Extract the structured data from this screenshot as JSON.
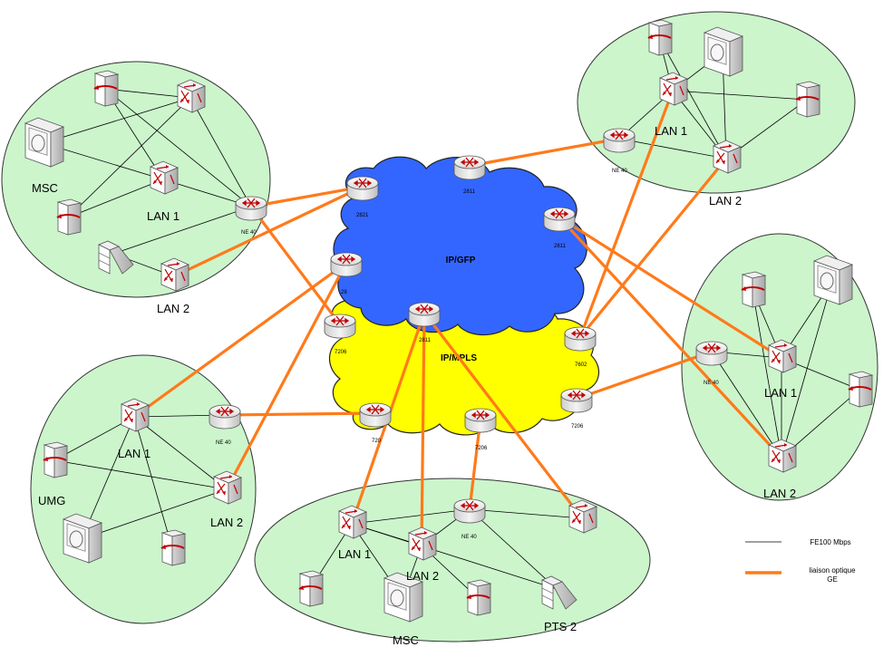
{
  "clouds": {
    "upper_label": "IP/GFP",
    "lower_label": "IP/MPLS",
    "upper_color": "#3366ff",
    "lower_color": "#ffff00"
  },
  "site_color": "#ccf5cc",
  "link_color": "#ff7a1a",
  "labels": {
    "msc_tl": "MSC",
    "lan1_tl": "LAN 1",
    "lan2_tl": "LAN 2",
    "ne40_tl": "NE 40",
    "lan1_tr": "LAN 1",
    "lan2_tr": "LAN 2",
    "ne40_tr": "NE 40",
    "lan1_r": "LAN 1",
    "lan2_r": "LAN 2",
    "ne40_r": "NE 40",
    "lan1_l": "LAN 1",
    "lan2_l": "LAN 2",
    "umg_l": "UMG",
    "ne40_l": "NE 40",
    "lan1_b": "LAN 1",
    "lan2_b": "LAN 2",
    "msc_b": "MSC",
    "pts2_b": "PTS 2",
    "ne40_b": "NE 40",
    "r2821": "2821",
    "r2811_top": "2811",
    "r2811_right": "2811",
    "r28_left": "28",
    "r7206_left": "7206",
    "r2811_center": "2811",
    "r7602": "7602",
    "r7206_right": "7206",
    "r720_bottom": "720",
    "r7206_bottom": "7206"
  },
  "legend": {
    "fe_label": "FE100 Mbps",
    "ge_label_1": "liaison optique",
    "ge_label_2": "GE"
  }
}
